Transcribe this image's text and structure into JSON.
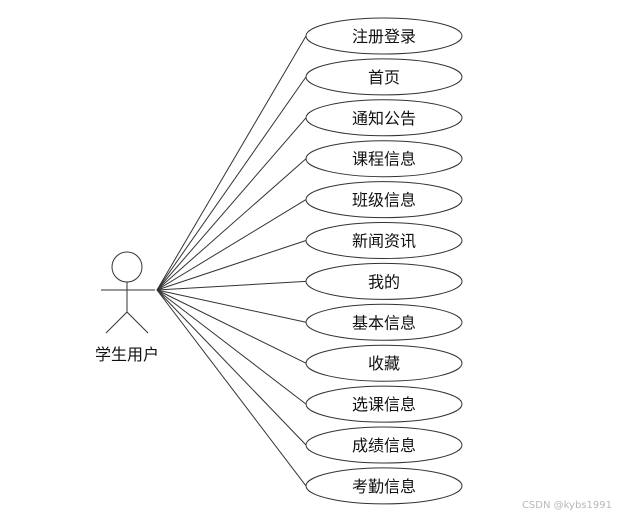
{
  "actor": {
    "name": "学生用户"
  },
  "use_cases": [
    {
      "label": "注册登录"
    },
    {
      "label": "首页"
    },
    {
      "label": "通知公告"
    },
    {
      "label": "课程信息"
    },
    {
      "label": "班级信息"
    },
    {
      "label": "新闻资讯"
    },
    {
      "label": "我的"
    },
    {
      "label": "基本信息"
    },
    {
      "label": "收藏"
    },
    {
      "label": "选课信息"
    },
    {
      "label": "成绩信息"
    },
    {
      "label": "考勤信息"
    }
  ],
  "colors": {
    "stroke": "#333333",
    "ellipse_fill": "#ffffff",
    "text": "#111111"
  },
  "watermark": "CSDN @kybs1991"
}
